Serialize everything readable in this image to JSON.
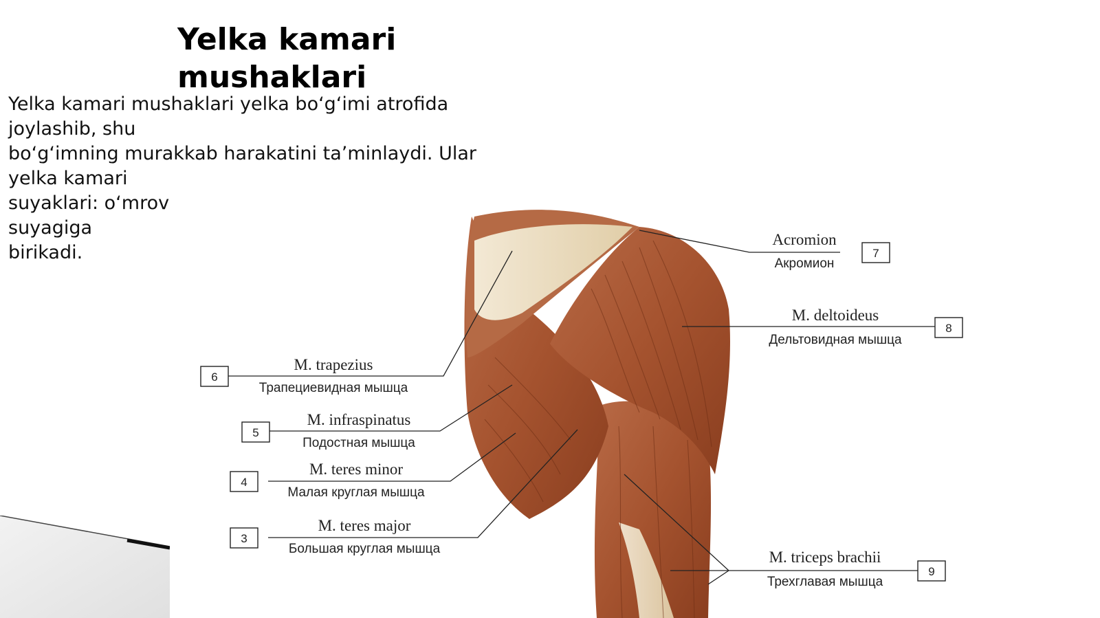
{
  "title": "Yelka kamari mushaklari",
  "body_lines": [
    "Yelka kamari mushaklari yelka bo‘g‘imi atrofida",
    "joylashib, shu",
    "bo‘g‘imning murakkab harakatini ta’minlaydi. Ular",
    "yelka kamari",
    "suyaklari: o‘mrov",
    "suyagiga",
    "birikadi."
  ],
  "figure": {
    "labels": [
      {
        "num": "7",
        "latin": "Acromion",
        "russian": "Акромион"
      },
      {
        "num": "8",
        "latin": "M. deltoideus",
        "russian": "Дельтовидная мышца"
      },
      {
        "num": "6",
        "latin": "M. trapezius",
        "russian": "Трапециевидная мышца"
      },
      {
        "num": "5",
        "latin": "M. infraspinatus",
        "russian": "Подостная мышца"
      },
      {
        "num": "4",
        "latin": "M. teres minor",
        "russian": "Малая круглая мышца"
      },
      {
        "num": "3",
        "latin": "M. teres major",
        "russian": "Большая круглая мышца"
      },
      {
        "num": "9",
        "latin": "M. triceps brachii",
        "russian": "Трехглавая мышца"
      }
    ]
  },
  "colors": {
    "muscle": "#a5532f",
    "muscle_dark": "#7a3519",
    "tendon": "#efe6cf"
  }
}
